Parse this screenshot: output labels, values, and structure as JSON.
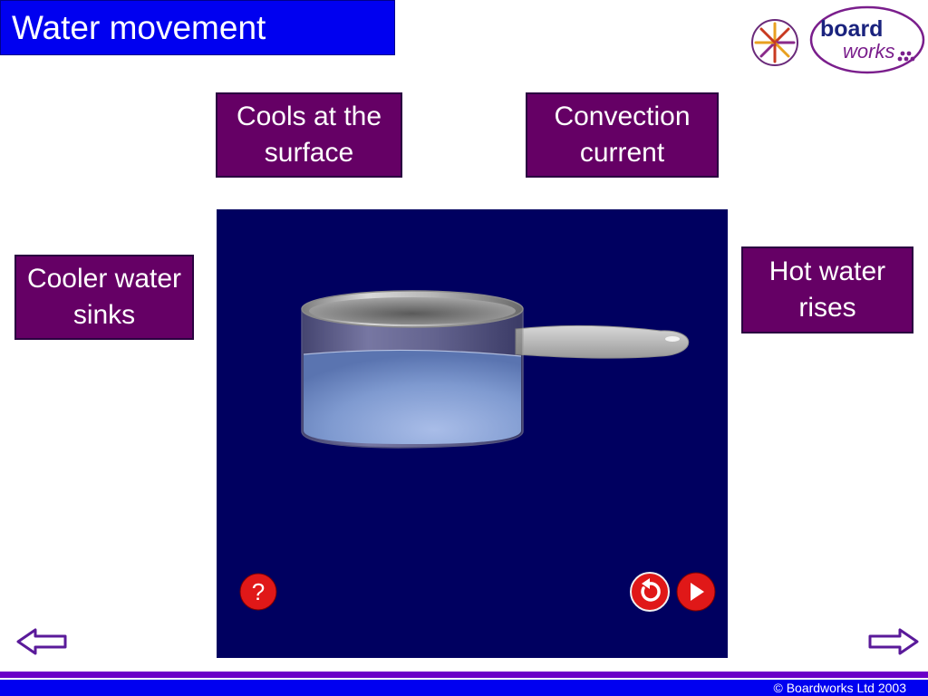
{
  "header": {
    "title": "Water movement"
  },
  "logo": {
    "text_top": "board",
    "text_bottom": "works",
    "brand_color": "#7a1e8c"
  },
  "labels": {
    "cools_at_surface": "Cools at the surface",
    "convection_current": "Convection current",
    "cooler_water_sinks": "Cooler water sinks",
    "hot_water_rises": "Hot water rises"
  },
  "stage": {
    "help_icon": "question-mark-icon",
    "help_text": "?",
    "reset_icon": "undo-icon",
    "play_icon": "play-icon"
  },
  "navigation": {
    "prev_icon": "left-arrow-icon",
    "next_icon": "right-arrow-icon"
  },
  "footer": {
    "copyright": "© Boardworks Ltd 2003"
  },
  "colors": {
    "title_bg": "#0000f0",
    "label_bg": "#650065",
    "stage_bg": "#000060",
    "footer_bg": "#0000f0",
    "button_red": "#e01818",
    "arrow_purple": "#5a1a9a"
  }
}
